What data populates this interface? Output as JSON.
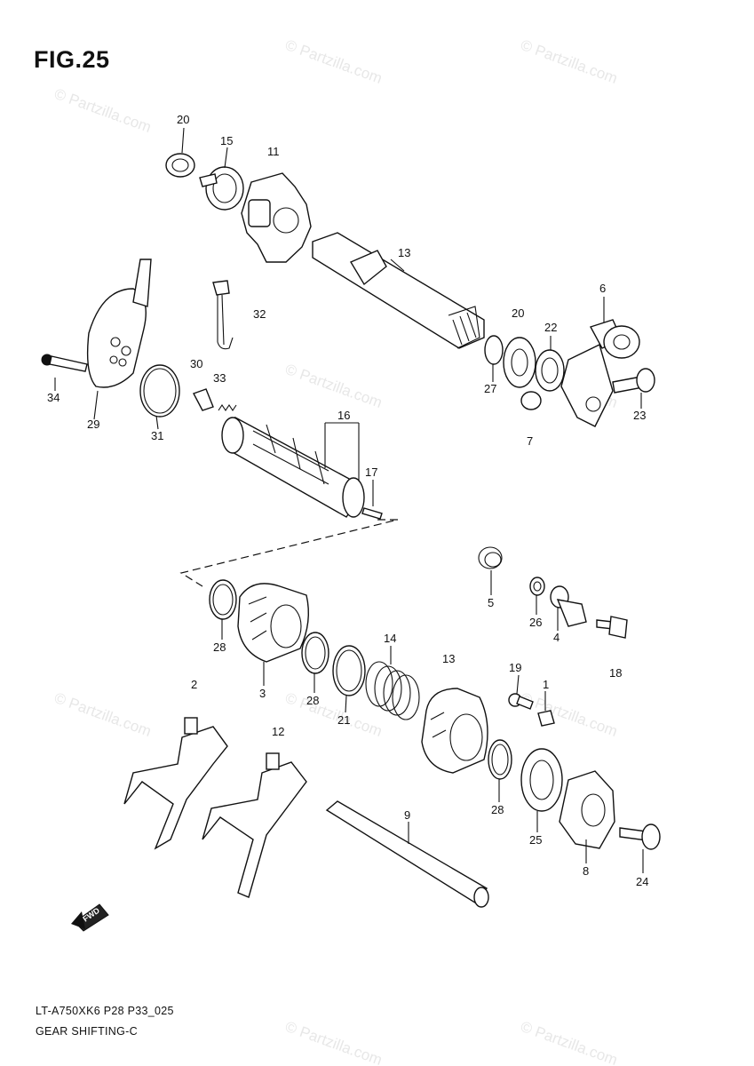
{
  "figure": {
    "title": "FIG.25",
    "footer_line1": "LT-A750XK6 P28 P33_025",
    "footer_line2": "GEAR SHIFTING-C"
  },
  "watermark": "© Partzilla.com",
  "direction_label": "FWD",
  "callouts": [
    {
      "id": "c20a",
      "text": "20"
    },
    {
      "id": "c15",
      "text": "15"
    },
    {
      "id": "c11",
      "text": "11"
    },
    {
      "id": "c13a",
      "text": "13"
    },
    {
      "id": "c32",
      "text": "32"
    },
    {
      "id": "c6",
      "text": "6"
    },
    {
      "id": "c20b",
      "text": "20"
    },
    {
      "id": "c22",
      "text": "22"
    },
    {
      "id": "c27",
      "text": "27"
    },
    {
      "id": "c23",
      "text": "23"
    },
    {
      "id": "c7",
      "text": "7"
    },
    {
      "id": "c30",
      "text": "30"
    },
    {
      "id": "c33",
      "text": "33"
    },
    {
      "id": "c34",
      "text": "34"
    },
    {
      "id": "c29",
      "text": "29"
    },
    {
      "id": "c31",
      "text": "31"
    },
    {
      "id": "c16",
      "text": "16"
    },
    {
      "id": "c17",
      "text": "17"
    },
    {
      "id": "c5",
      "text": "5"
    },
    {
      "id": "c26",
      "text": "26"
    },
    {
      "id": "c4",
      "text": "4"
    },
    {
      "id": "c18",
      "text": "18"
    },
    {
      "id": "c28a",
      "text": "28"
    },
    {
      "id": "c3",
      "text": "3"
    },
    {
      "id": "c28b",
      "text": "28"
    },
    {
      "id": "c21",
      "text": "21"
    },
    {
      "id": "c14",
      "text": "14"
    },
    {
      "id": "c13b",
      "text": "13"
    },
    {
      "id": "c19",
      "text": "19"
    },
    {
      "id": "c1",
      "text": "1"
    },
    {
      "id": "c2",
      "text": "2"
    },
    {
      "id": "c12",
      "text": "12"
    },
    {
      "id": "c28c",
      "text": "28"
    },
    {
      "id": "c25",
      "text": "25"
    },
    {
      "id": "c9",
      "text": "9"
    },
    {
      "id": "c8",
      "text": "8"
    },
    {
      "id": "c24",
      "text": "24"
    }
  ]
}
